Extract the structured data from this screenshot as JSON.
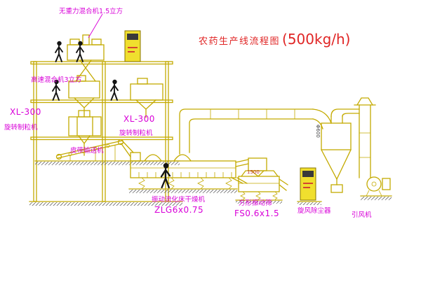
{
  "title": {
    "text": "农药生产线流程图",
    "capacity": "(500kg/h)"
  },
  "equipment_labels": {
    "mixer_top": "无重力混合机1.5立方",
    "mixer_high_speed": "高速混合机3立方",
    "granulator_left_model": "XL-300",
    "granulator_left_name": "旋转制粒机",
    "granulator_right_model": "XL-300",
    "granulator_right_name": "旋转制粒机",
    "belt_conveyor": "皮带输送机",
    "dryer_name": "振动流化床干燥机",
    "dryer_model": "ZLG6x0.75",
    "screen_name": "方形振动筛",
    "screen_model": "FS0.6x1.5",
    "cyclone": "旋风除尘器",
    "fan": "引风机"
  },
  "dimension_notes": {
    "duct": "Φ600",
    "screen_feed": "1500"
  },
  "colors": {
    "line_yellow": "#c4aa00",
    "label_magenta": "#d800d8",
    "title_red": "#e02525",
    "cabinet_fill": "#f0df2e"
  }
}
